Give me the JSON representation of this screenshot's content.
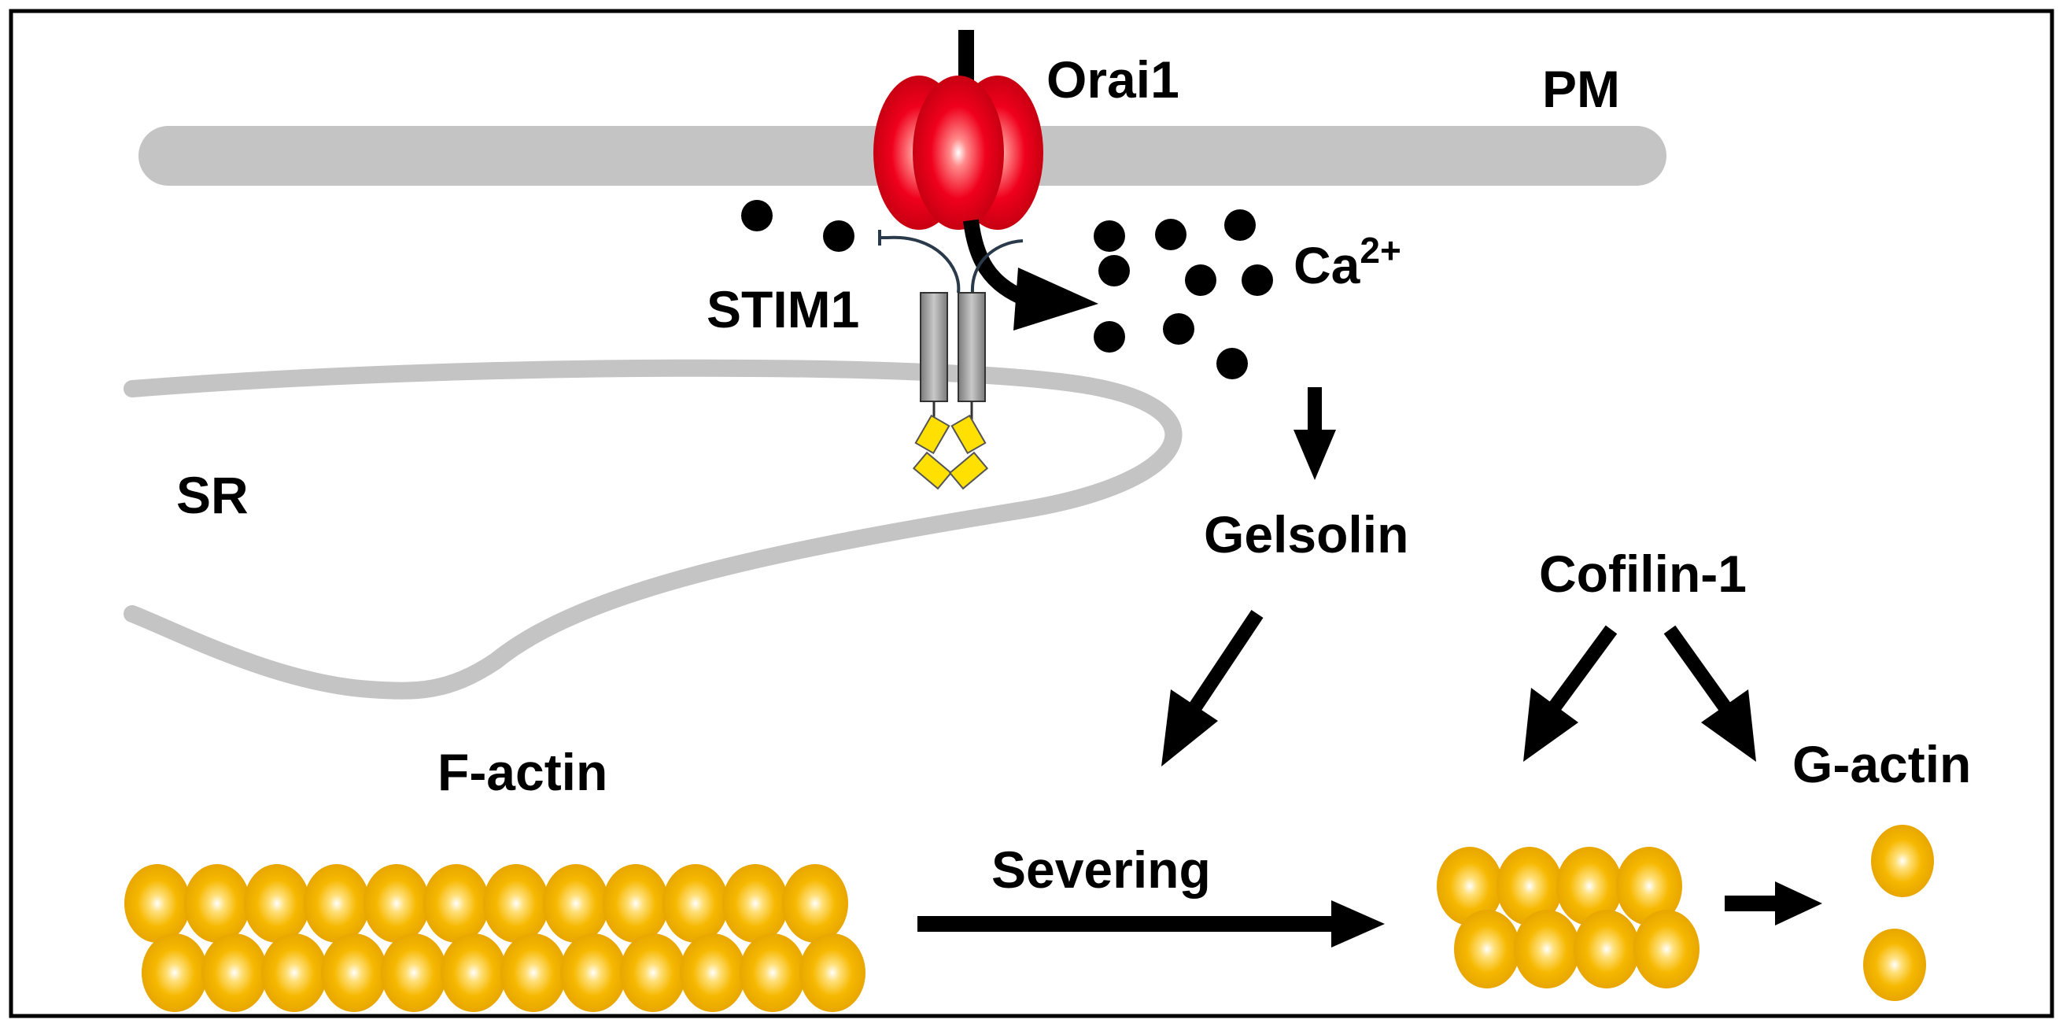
{
  "labels": {
    "orai1": "Orai1",
    "pm": "PM",
    "ca_base": "Ca",
    "ca_sup": "2+",
    "stim1": "STIM1",
    "sr": "SR",
    "gelsolin": "Gelsolin",
    "cofilin": "Cofilin-1",
    "factin": "F-actin",
    "gactin": "G-actin",
    "severing": "Severing"
  },
  "colors": {
    "membrane": "#c4c4c4",
    "orai": "#e8001c",
    "actin": "#f5b800",
    "stim_body": "#9c9c9c",
    "stim_domain": "#ffe000",
    "ion": "#000000",
    "arrow": "#000000",
    "frame": "#000000"
  }
}
